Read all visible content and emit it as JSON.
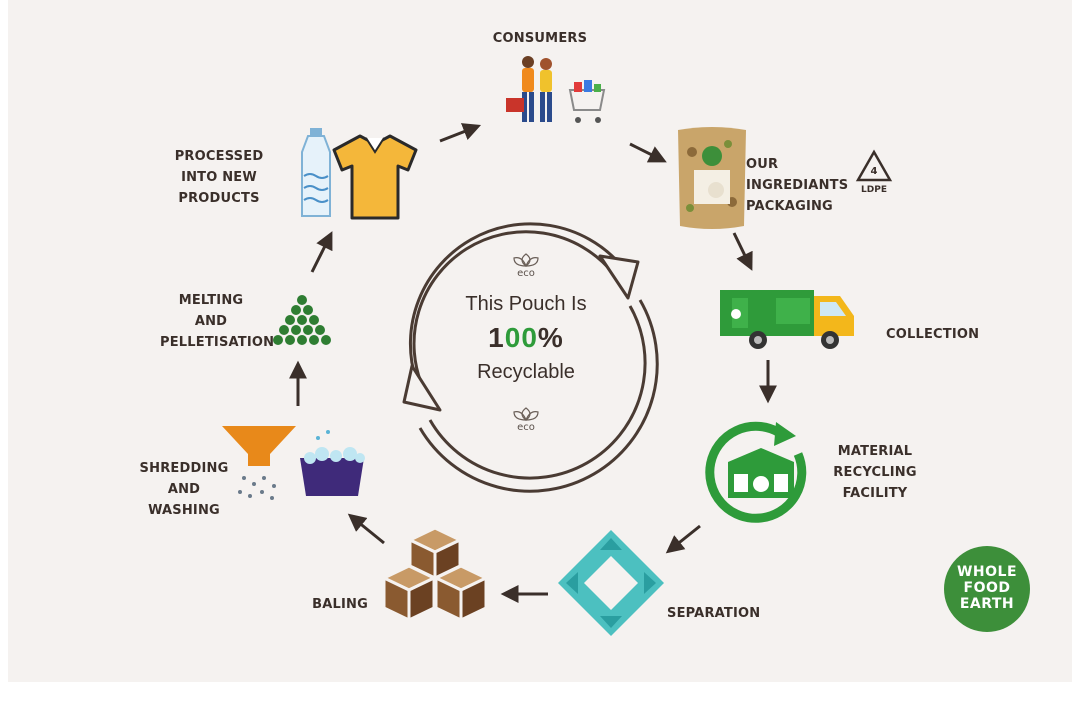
{
  "labels": {
    "consumers": [
      "CONSUMERS"
    ],
    "packaging": [
      "OUR INGREDIANTS",
      "PACKAGING"
    ],
    "collection": [
      "COLLECTION"
    ],
    "mrf": [
      "MATERIAL",
      "RECYCLING",
      "FACILITY"
    ],
    "separation": [
      "SEPARATION"
    ],
    "baling": [
      "BALING"
    ],
    "shredding": [
      "SHREDDING",
      "AND WASHING"
    ],
    "melting": [
      "MELTING",
      "AND",
      "PELLETISATION"
    ],
    "processed": [
      "PROCESSED",
      "INTO NEW PRODUCTS"
    ]
  },
  "center": {
    "line1": "This Pouch Is",
    "line2": "100%",
    "line3": "Recyclable",
    "eco_top": "eco",
    "eco_bottom": "eco"
  },
  "recycle_code": {
    "number": "4",
    "label": "LDPE"
  },
  "logo": {
    "lines": [
      "WHOLE",
      "FOOD",
      "EARTH"
    ]
  },
  "colors": {
    "text": "#3a2f2a",
    "green": "#2e9b3a",
    "teal": "#4cc0c0",
    "orange": "#f08a1d",
    "brown": "#7a5230",
    "logo": "#3d8f3a"
  }
}
